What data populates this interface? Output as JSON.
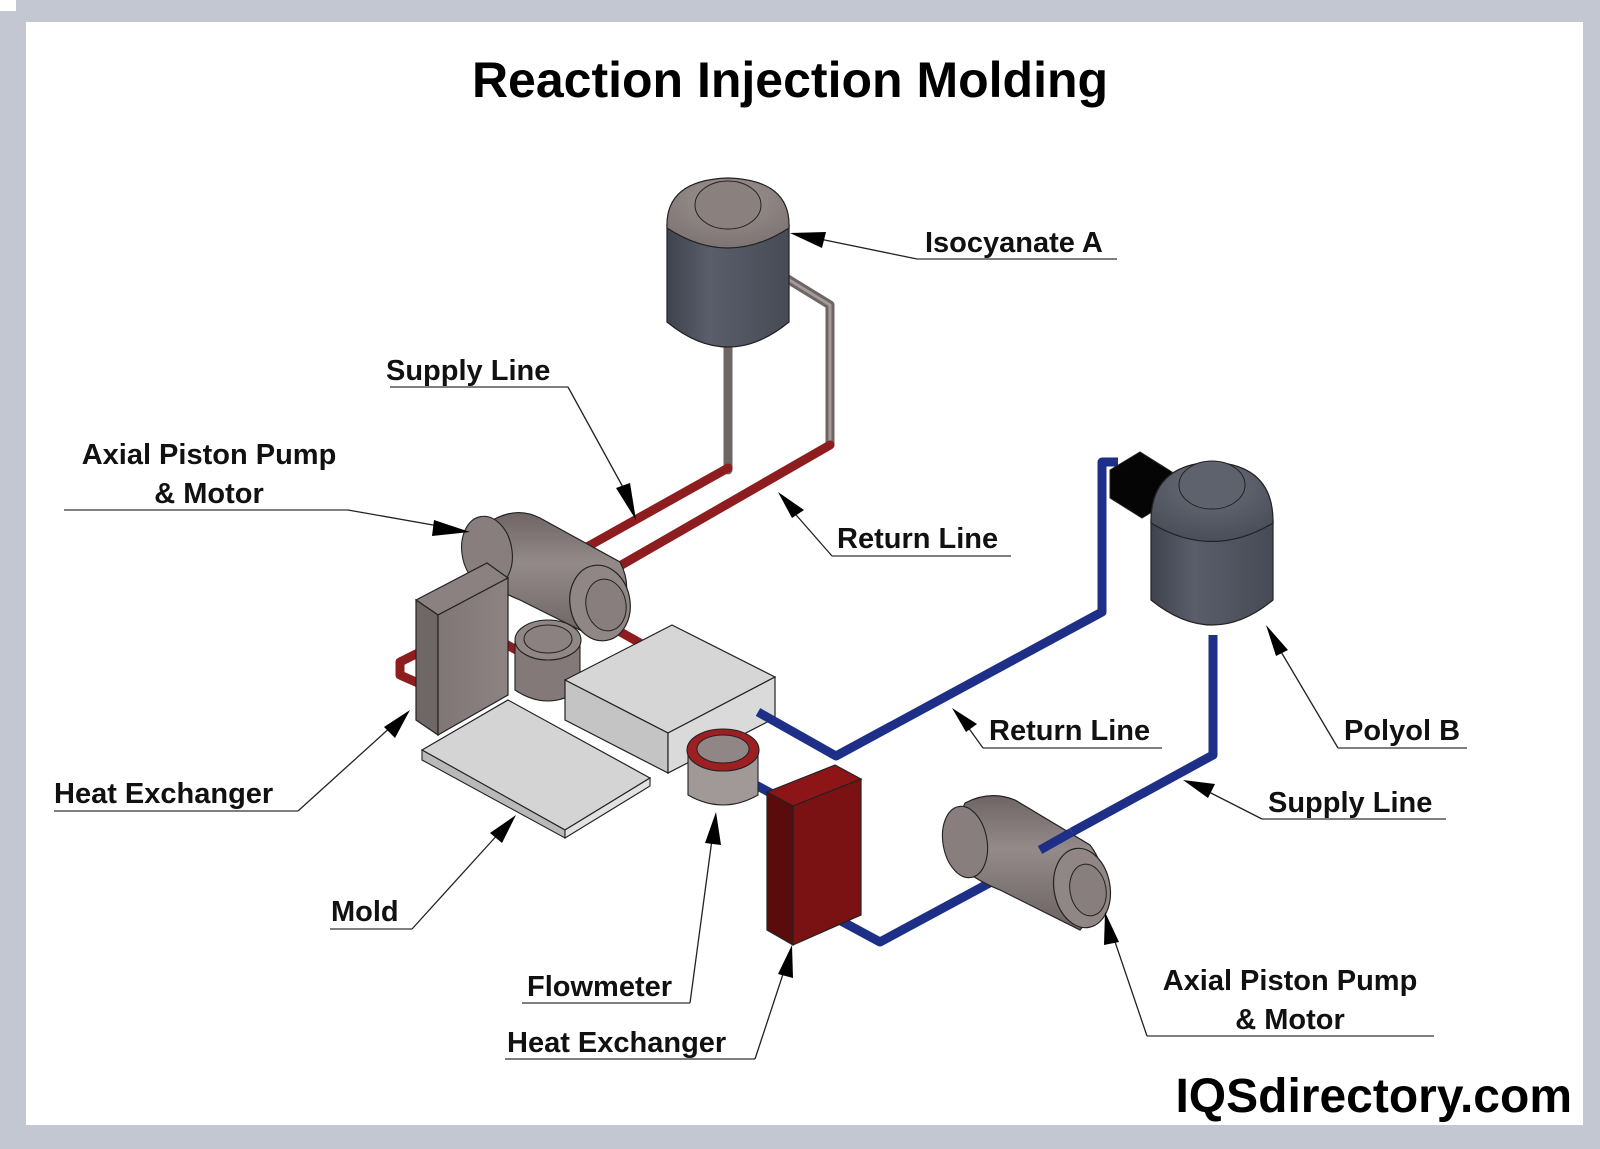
{
  "title": "Reaction Injection Molding",
  "brand": "IQSdirectory.com",
  "labels": {
    "isocyanate_a": "Isocyanate A",
    "supply_line_a": "Supply Line",
    "pump_motor_a_line1": "Axial Piston Pump",
    "pump_motor_a_line2": "& Motor",
    "return_line_a": "Return Line",
    "heat_exchanger_a": "Heat Exchanger",
    "mold": "Mold",
    "flowmeter": "Flowmeter",
    "heat_exchanger_b": "Heat Exchanger",
    "return_line_b": "Return Line",
    "polyol_b": "Polyol B",
    "supply_line_b": "Supply Line",
    "pump_motor_b_line1": "Axial Piston Pump",
    "pump_motor_b_line2": "& Motor"
  },
  "colors": {
    "frame": "#c3c7d2",
    "line_a": "#8e1d1f",
    "line_b": "#1d2f86",
    "tank_body": "#4f535f",
    "tank_cap": "#8d8482",
    "component_gray": "#857c7b",
    "mold_face": "#d3d3d3",
    "heat_exchanger_b": "#7a1112"
  }
}
